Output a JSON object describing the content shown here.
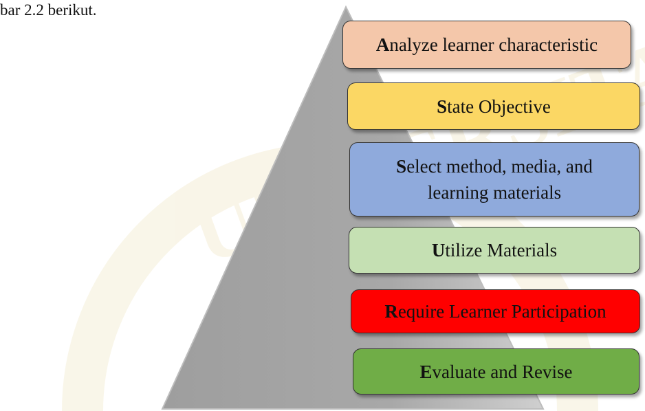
{
  "intro_text": "bar 2.2 berikut.",
  "watermark_text": "UNIVERSITAS",
  "steps": [
    {
      "initial": "A",
      "rest": "nalyze learner characteristic",
      "color": "#f4c7aa"
    },
    {
      "initial": "S",
      "rest": "tate Objective",
      "color": "#fbd764"
    },
    {
      "initial": "S",
      "rest": "elect method, media, and learning materials",
      "color": "#8faadc"
    },
    {
      "initial": "U",
      "rest": "tilize Materials",
      "color": "#c5e0b3"
    },
    {
      "initial": "R",
      "rest": "equire Learner Participation",
      "color": "#ff0000"
    },
    {
      "initial": "E",
      "rest": "valuate and Revise",
      "color": "#70ad47"
    }
  ]
}
